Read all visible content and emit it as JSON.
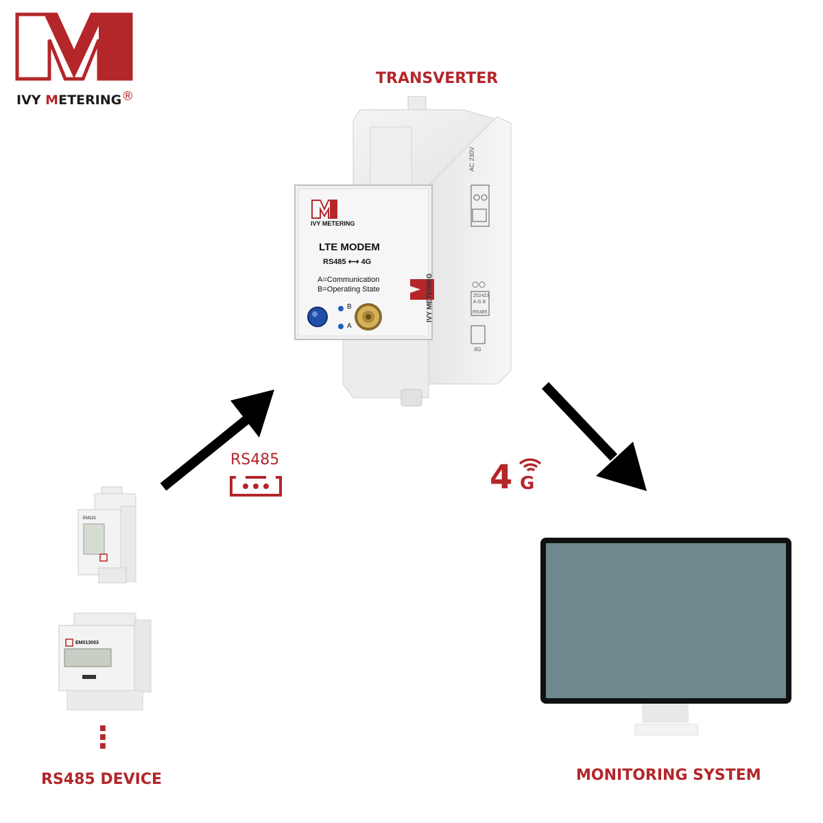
{
  "brand": {
    "name_first": "IVY",
    "name_m": "M",
    "name_rest": "ETERING",
    "registered": "®",
    "color": "#b3262a"
  },
  "diagram": {
    "transverter_label": "TRANSVERTER",
    "rs485_device_label": "RS485 DEVICE",
    "monitoring_label": "MONITORING SYSTEM",
    "rs485_link_label": "RS485",
    "link_4g_digit": "4",
    "link_4g_letter": "G",
    "dots": "⋮"
  },
  "modem": {
    "brand": "IVY METERING",
    "title": "LTE MODEM",
    "rs485": "RS485",
    "arrow": "⟷",
    "net": "4G",
    "line_a": "A=Communication",
    "line_b": "B=Operating State",
    "led_b": "B",
    "led_a": "A",
    "side_brand": "IVY METERING",
    "side_voltage": "AC 230V",
    "side_rs485": "RS485",
    "side_4g": "4G",
    "term_1": "25",
    "term_2": "24",
    "term_3": "23",
    "term_a": "A",
    "term_g": "G",
    "term_b": "B"
  },
  "meters": {
    "small_model": "EM115",
    "large_model": "EM013003"
  }
}
